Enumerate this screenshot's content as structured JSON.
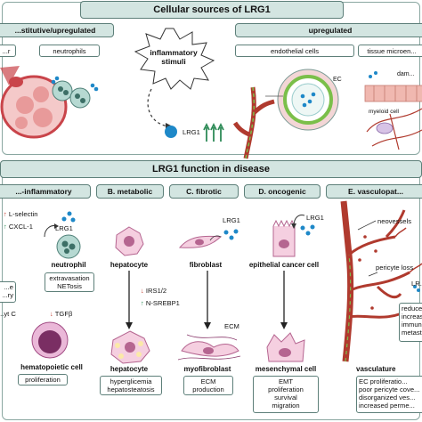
{
  "top": {
    "title": "Cellular sources of LRG1",
    "left_header": "...stitutive/upregulated",
    "left_items": [
      "...r",
      "neutrophils"
    ],
    "center_text": "inflammatory stimuli",
    "center_lrg1": "LRG1",
    "right_header": "upregulated",
    "right_items": [
      "endothelial cells",
      "tissue microen..."
    ],
    "right_labels": {
      "ec": "EC",
      "damage": "dam...",
      "myeloid": "myeloid cell"
    }
  },
  "bottom": {
    "title": "LRG1 function in disease",
    "columns": [
      {
        "header": "...-inflammatory"
      },
      {
        "header": "B. metabolic"
      },
      {
        "header": "C. fibrotic"
      },
      {
        "header": "D. oncogenic"
      },
      {
        "header": "E. vasculopat..."
      }
    ],
    "a": {
      "l_selectin": "L-selectin",
      "cxcl1": "CXCL-1",
      "lrg1": "LRG1",
      "neutrophil": "neutrophil",
      "neutrophil_box": [
        "extravasation",
        "NETosis"
      ],
      "tgfb": "TGFβ",
      "hpc": "hematopoietic cell",
      "hpc_box": "proliferation",
      "left_box": [
        "...e",
        "...ry"
      ],
      "left_frag": "...yt C"
    },
    "b": {
      "hepatocyte_top": "hepatocyte",
      "irs": "IRS1/2",
      "srebp": "N-SREBP1",
      "hepatocyte_bottom": "hepatocyte",
      "box": [
        "hyperglicemia",
        "hepatosteatosis"
      ]
    },
    "c": {
      "lrg1": "LRG1",
      "fibroblast": "fibroblast",
      "ecm": "ECM",
      "myofibroblast": "myofibroblast",
      "box": [
        "ECM",
        "production"
      ]
    },
    "d": {
      "lrg1": "LRG1",
      "epithelial": "epithelial cancer cell",
      "mesenchymal": "mesenchymal cell",
      "box": [
        "EMT",
        "proliferation",
        "survival",
        "migration"
      ]
    },
    "e": {
      "neovessels": "neovessels",
      "pericyte_loss": "pericyte loss",
      "lrg1_frag": "LR...",
      "right_frags": [
        "reduce...",
        "increas...",
        "immun...",
        "metast..."
      ],
      "vasculature": "vasculature",
      "box": [
        "EC proliferatio...",
        "poor pericyte cove...",
        "disorganized ves...",
        "increased perme..."
      ]
    }
  },
  "colors": {
    "banner_fill": "#d3e5e1",
    "border": "#5d7f79",
    "lrg1_dot": "#1e88c8",
    "up_arrow": "#2e8b57",
    "down_arrow": "#c0392b",
    "vessel": "#b03a2e"
  }
}
